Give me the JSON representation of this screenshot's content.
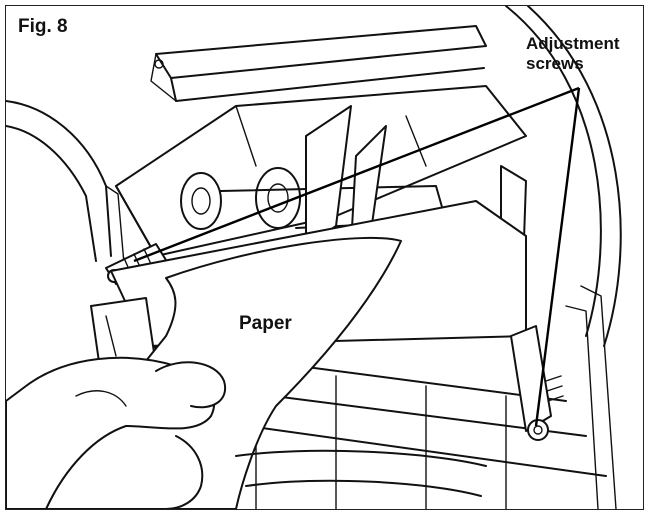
{
  "figure": {
    "label": "Fig. 8"
  },
  "callouts": {
    "adjustment_screws_line1": "Adjustment",
    "adjustment_screws_line2": "screws",
    "paper": "Paper"
  },
  "colors": {
    "line": "#111111",
    "background": "#ffffff"
  }
}
